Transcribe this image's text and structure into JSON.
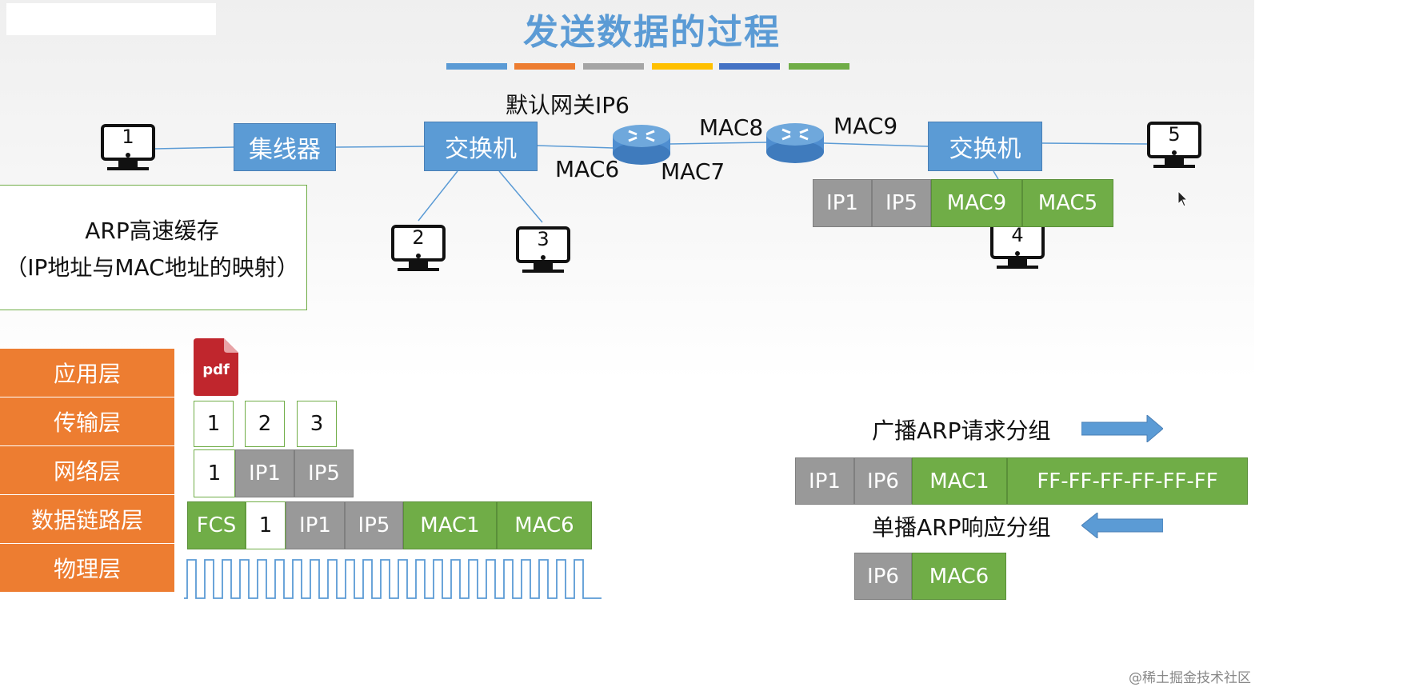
{
  "title": "发送数据的过程",
  "title_bar_colors": [
    "#5b9bd5",
    "#ed7d31",
    "#a5a5a5",
    "#ffc000",
    "#4472c4",
    "#70ad47"
  ],
  "network": {
    "hub_label": "集线器",
    "switch_left_label": "交换机",
    "switch_right_label": "交换机",
    "gateway_label": "默认网关IP6",
    "mac6": "MAC6",
    "mac7": "MAC7",
    "mac8": "MAC8",
    "mac9": "MAC9",
    "hosts": [
      "1",
      "2",
      "3",
      "4",
      "5"
    ],
    "router_icon": "router-icon",
    "host_icon": "monitor-icon"
  },
  "right_frame": [
    "IP1",
    "IP5",
    "MAC9",
    "MAC5"
  ],
  "arp_cache": {
    "line1": "ARP高速缓存",
    "line2": "（IP地址与MAC地址的映射）"
  },
  "layers": [
    "应用层",
    "传输层",
    "网络层",
    "数据链路层",
    "物理层"
  ],
  "pdf_label": "pdf",
  "transport_segments": [
    "1",
    "2",
    "3"
  ],
  "network_packet": [
    "1",
    "IP1",
    "IP5"
  ],
  "datalink_frame": [
    "FCS",
    "1",
    "IP1",
    "IP5",
    "MAC1",
    "MAC6"
  ],
  "arp_request": {
    "label": "广播ARP请求分组",
    "fields": [
      "IP1",
      "IP6",
      "MAC1",
      "FF-FF-FF-FF-FF-FF"
    ]
  },
  "arp_reply": {
    "label": "单播ARP响应分组",
    "fields": [
      "IP6",
      "MAC6"
    ]
  },
  "watermark": "@稀土掘金技术社区",
  "colors": {
    "blue": "#5b9bd5",
    "orange": "#ed7d31",
    "gray": "#999999",
    "green": "#70ad47"
  }
}
